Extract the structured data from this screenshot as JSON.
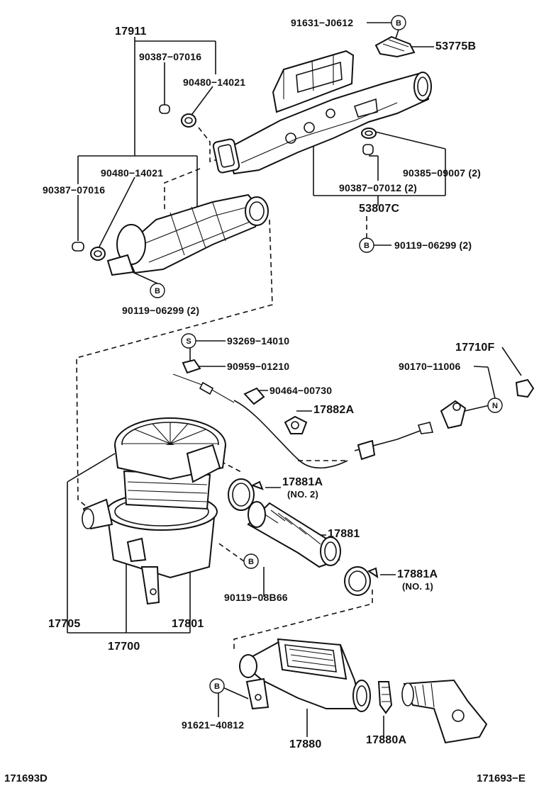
{
  "labels": {
    "p91631": "91631−J0612",
    "p53775B": "53775B",
    "p17911": "17911",
    "p90387a": "90387−07016",
    "p90480a": "90480−14021",
    "p90480b": "90480−14021",
    "p90387b": "90387−07016",
    "p90385": "90385−09007 (2)",
    "p90387c": "90387−07012 (2)",
    "p53807C": "53807C",
    "p90119a": "90119−06299 (2)",
    "p90119b": "90119−06299 (2)",
    "p93269": "93269−14010",
    "p90959": "90959−01210",
    "p90464": "90464−00730",
    "p17882A": "17882A",
    "p17710F": "17710F",
    "p90170": "90170−11006",
    "p17881A2": "17881A",
    "p17881A2sub": "(NO. 2)",
    "p17881": "17881",
    "p17881A1": "17881A",
    "p17881A1sub": "(NO. 1)",
    "p90119c": "90119−08B66",
    "p17705": "17705",
    "p17801": "17801",
    "p17700": "17700",
    "p91621": "91621−40812",
    "p17880": "17880",
    "p17880A": "17880A"
  },
  "markers": {
    "b": "B",
    "s": "S",
    "n": "N"
  },
  "codes": {
    "left": "171693D",
    "right": "171693−E"
  }
}
